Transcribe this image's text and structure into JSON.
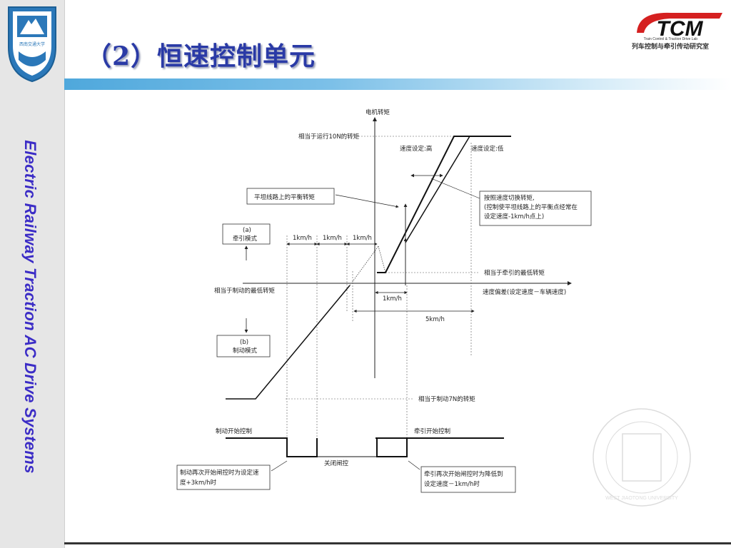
{
  "header": {
    "title": "（2）恒速控制单元",
    "tcm_logo_text": "TCM",
    "tcm_subtitle_en": "Train Control & Traction Drive Lab",
    "tcm_subtitle_cn": "列车控制与牵引传动研究室"
  },
  "sidebar": {
    "vertical_text": "Electric Railway Traction AC Drive Systems",
    "university_logo_caption": "西南交通大学"
  },
  "watermark": {
    "text_outer_en": "WEST JIAOTONG UNIVERSITY"
  },
  "diagram": {
    "y_axis_label": "电机转矩",
    "x_axis_label": "速度偏差(设定速度－车辆速度)",
    "top_dashed_label": "相当于运行10N的转矩",
    "speed_high": "速度设定:高",
    "speed_low": "速度设定:低",
    "flat_balance": "平坦线路上的平衡转矩",
    "switch_note_1": "按照速度切换转矩,",
    "switch_note_2": "(控制使平坦线路上的平衡点经常在",
    "switch_note_3": "设定速度-1km/h点上)",
    "mode_a_1": "(a)",
    "mode_a_2": "牵引模式",
    "mode_b_1": "(b)",
    "mode_b_2": "制动模式",
    "gap_1": "1km/h",
    "gap_2": "1km/h",
    "gap_3": "1km/h",
    "gap_4": "1km/h",
    "gap_5": "5km/h",
    "min_traction": "相当于牵引的最低转矩",
    "min_brake": "相当于制动的最低转矩",
    "brake_7n": "相当于制动7N的转矩",
    "brake_start": "制动开始控制",
    "traction_start": "牵引开始控制",
    "gate_off": "关闭闸控",
    "brake_note_1": "制动再次开始闸控时为设定速",
    "brake_note_2": "度+3km/h时",
    "traction_note_1": "牵引再次开始闸控时为降低到",
    "traction_note_2": "设定速度－1km/h时"
  }
}
